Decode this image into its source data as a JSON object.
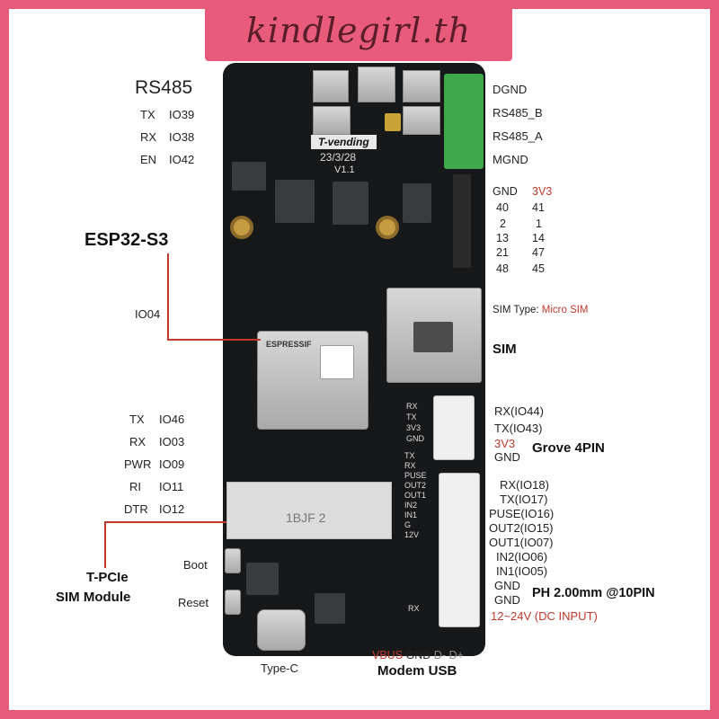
{
  "banner": {
    "text": "kindlegirl.th"
  },
  "colors": {
    "accent": "#e85b7b",
    "pin_red": "#c0392b",
    "board": "#17181a"
  },
  "board": {
    "name": "T-vending",
    "date": "23/3/28",
    "version": "V1.1",
    "module_text": "ESPRESSIF",
    "pcie_text": "1BJF 2",
    "rx_silk": "RX",
    "grove_silk": [
      "RX",
      "TX",
      "3V3",
      "GND"
    ],
    "ph_silk": [
      "TX",
      "RX",
      "PUSE",
      "OUT2",
      "OUT1",
      "IN2",
      "IN1",
      "G",
      "12V"
    ]
  },
  "rs485": {
    "title": "RS485",
    "pins": [
      {
        "name": "TX",
        "io": "IO39"
      },
      {
        "name": "RX",
        "io": "IO38"
      },
      {
        "name": "EN",
        "io": "IO42"
      }
    ],
    "terminal": [
      "DGND",
      "RS485_B",
      "RS485_A",
      "MGND"
    ]
  },
  "esp": {
    "title": "ESP32-S3",
    "io": "IO04"
  },
  "header": {
    "rows": [
      [
        "GND",
        "3V3"
      ],
      [
        "40",
        "41"
      ],
      [
        "2",
        "1"
      ],
      [
        "13",
        "14"
      ],
      [
        "21",
        "47"
      ],
      [
        "48",
        "45"
      ]
    ]
  },
  "sim": {
    "type_label": "SIM Type:",
    "type_value": "Micro SIM",
    "title": "SIM"
  },
  "modem_pins": [
    {
      "name": "TX",
      "io": "IO46"
    },
    {
      "name": "RX",
      "io": "IO03"
    },
    {
      "name": "PWR",
      "io": "IO09"
    },
    {
      "name": "RI",
      "io": "IO11"
    },
    {
      "name": "DTR",
      "io": "IO12"
    }
  ],
  "tpcie": {
    "line1": "T-PCIe",
    "line2": "SIM Module"
  },
  "grove": {
    "pins": [
      "RX(IO44)",
      "TX(IO43)",
      "3V3",
      "GND"
    ],
    "title": "Grove 4PIN"
  },
  "ph": {
    "pins": [
      "RX(IO18)",
      "TX(IO17)",
      "PUSE(IO16)",
      "OUT2(IO15)",
      "OUT1(IO07)",
      "IN2(IO06)",
      "IN1(IO05)",
      "GND",
      "GND"
    ],
    "title": "PH 2.00mm @10PIN",
    "power": "12~24V (DC INPUT)"
  },
  "buttons": {
    "boot": "Boot",
    "reset": "Reset"
  },
  "typec": {
    "label": "Type-C"
  },
  "modem_usb": {
    "vbus": "VBUS",
    "gnd": "GND",
    "dm": "D-",
    "dp": "D+",
    "title": "Modem USB"
  }
}
